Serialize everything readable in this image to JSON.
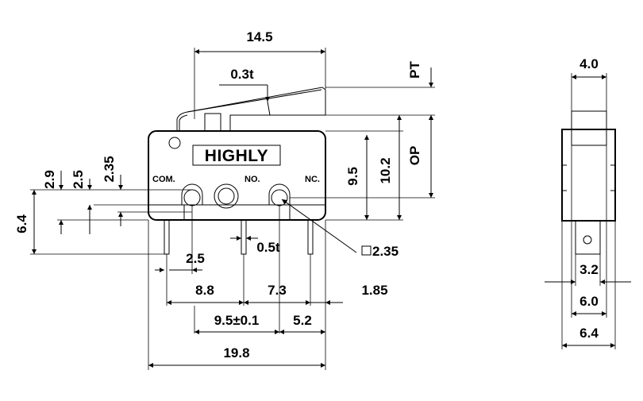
{
  "front_view": {
    "brand": "HIGHLY",
    "terminals": {
      "com": "COM.",
      "no": "NO.",
      "nc": "NC."
    },
    "dims": {
      "top_width": "14.5",
      "lever_thickness": "0.3t",
      "height_9_5": "9.5",
      "height_10_2": "10.2",
      "pt": "PT",
      "op": "OP",
      "v_2_9": "2.9",
      "v_2_5": "2.5",
      "v_2_35": "2.35",
      "v_6_4": "6.4",
      "pin_2_5": "2.5",
      "pin_thickness": "0.5t",
      "pin_square": "2.35",
      "d_8_8": "8.8",
      "d_7_3": "7.3",
      "d_1_85": "1.85",
      "d_9_5_tol": "9.5±0.1",
      "d_5_2": "5.2",
      "d_19_8": "19.8"
    }
  },
  "side_view": {
    "dims": {
      "top": "4.0",
      "d_3_2": "3.2",
      "d_6_0": "6.0",
      "d_6_4": "6.4"
    }
  }
}
